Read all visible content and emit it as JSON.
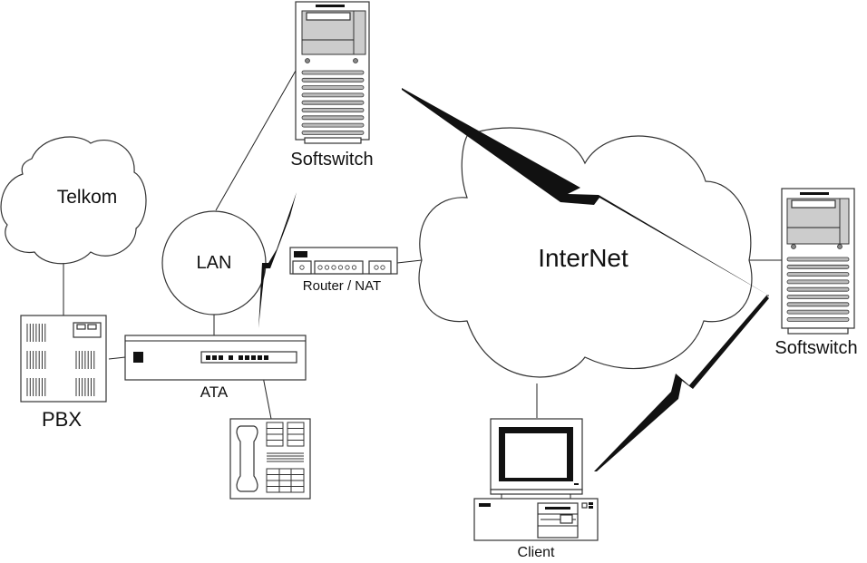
{
  "diagram": {
    "title": "VoIP network topology",
    "nodes": {
      "telkom": {
        "label": "Telkom",
        "type": "cloud"
      },
      "lan": {
        "label": "LAN",
        "type": "circle"
      },
      "softswitch_top": {
        "label": "Softswitch",
        "type": "server"
      },
      "router": {
        "label": "Router / NAT",
        "type": "router"
      },
      "internet": {
        "label": "InterNet",
        "type": "cloud"
      },
      "softswitch_right": {
        "label": "Softswitch",
        "type": "server"
      },
      "pbx": {
        "label": "PBX",
        "type": "pbx"
      },
      "ata": {
        "label": "ATA",
        "type": "ata"
      },
      "phone": {
        "label": "",
        "type": "ip-phone"
      },
      "client": {
        "label": "Client",
        "type": "workstation"
      }
    },
    "edges": [
      {
        "from": "telkom",
        "to": "pbx",
        "style": "line"
      },
      {
        "from": "pbx",
        "to": "ata",
        "style": "line"
      },
      {
        "from": "lan",
        "to": "ata",
        "style": "line"
      },
      {
        "from": "lan",
        "to": "softswitch_top",
        "style": "line"
      },
      {
        "from": "ata",
        "to": "phone",
        "style": "line"
      },
      {
        "from": "router",
        "to": "internet",
        "style": "line"
      },
      {
        "from": "internet",
        "to": "softswitch_right",
        "style": "line"
      },
      {
        "from": "internet",
        "to": "client",
        "style": "line"
      },
      {
        "from": "ata",
        "to": "router",
        "style": "lightning"
      },
      {
        "from": "softswitch_top",
        "to": "softswitch_right",
        "style": "lightning"
      },
      {
        "from": "client",
        "to": "softswitch_right",
        "style": "lightning"
      }
    ]
  },
  "colors": {
    "stroke": "#222222",
    "background": "#ffffff",
    "panel": "#cccccc"
  }
}
